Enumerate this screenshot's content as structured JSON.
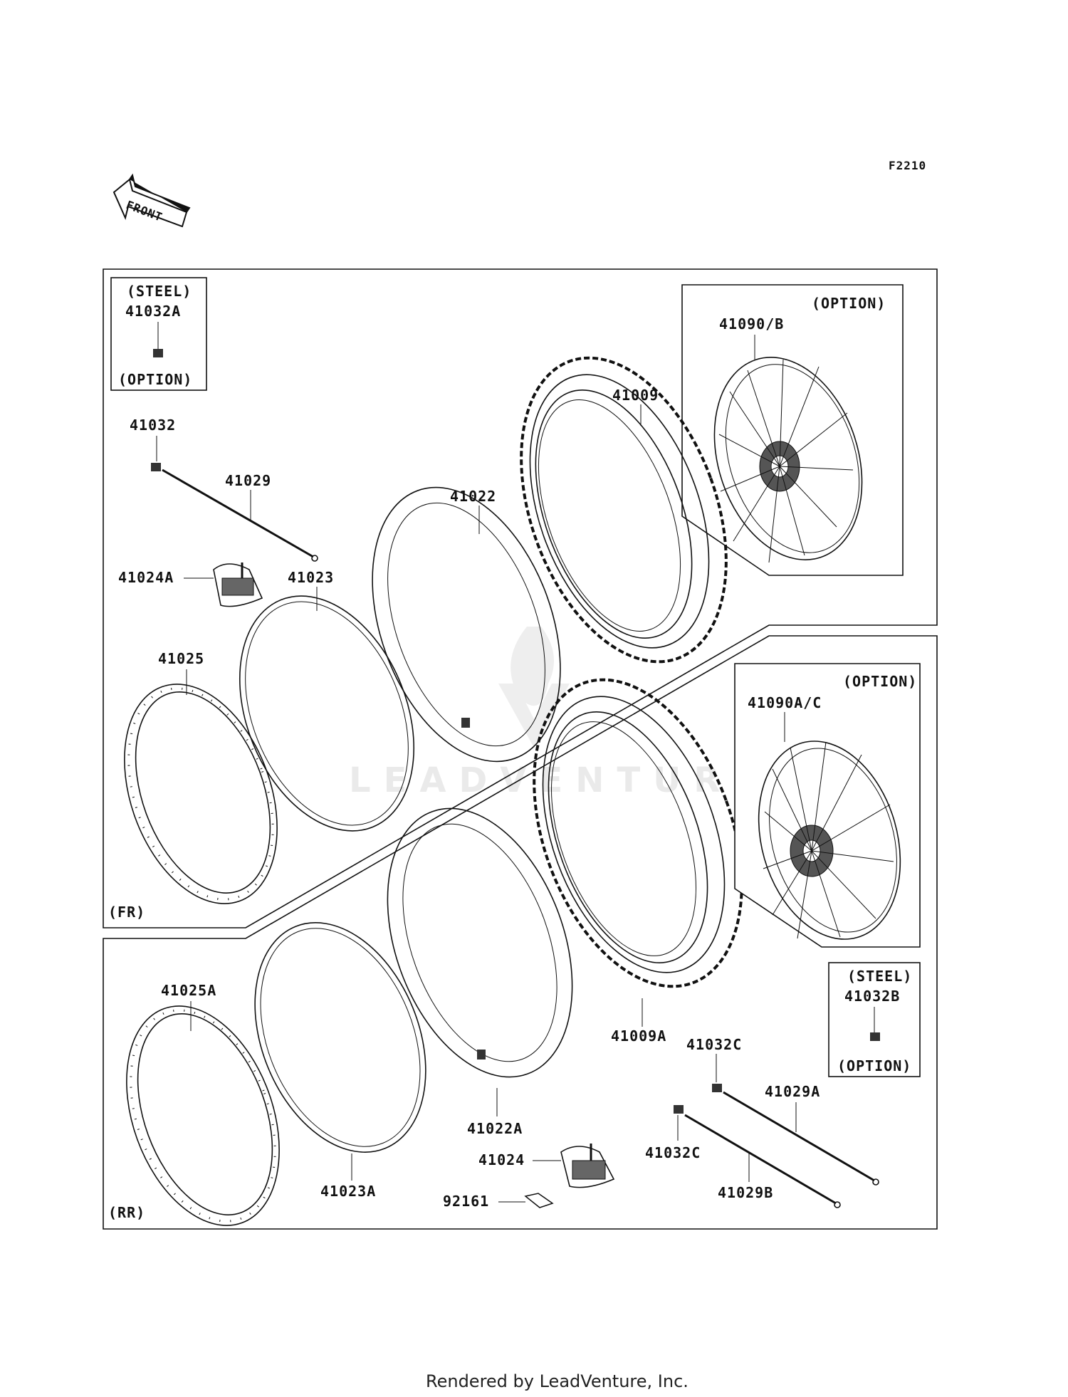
{
  "diagram_code": "F2210",
  "front_arrow": "FRONT",
  "watermark": "LEADVENTURE",
  "footer": "Rendered by LeadVenture, Inc.",
  "front_section": {
    "tag": "(FR)",
    "steel_box": {
      "top": "(STEEL)",
      "part": "41032A",
      "bottom": "(OPTION)"
    },
    "option_box": {
      "tag": "(OPTION)",
      "part": "41090/B"
    },
    "labels": {
      "l41032": "41032",
      "l41029": "41029",
      "l41024A": "41024A",
      "l41023": "41023",
      "l41022": "41022",
      "l41025": "41025",
      "l41009": "41009"
    }
  },
  "rear_section": {
    "tag": "(RR)",
    "steel_box": {
      "top": "(STEEL)",
      "part": "41032B",
      "bottom": "(OPTION)"
    },
    "option_box": {
      "tag": "(OPTION)",
      "part": "41090A/C"
    },
    "labels": {
      "l41025A": "41025A",
      "l41023A": "41023A",
      "l41022A": "41022A",
      "l41009A": "41009A",
      "l41024": "41024",
      "l92161": "92161",
      "l41032C_top": "41032C",
      "l41032C_bottom": "41032C",
      "l41029A": "41029A",
      "l41029B": "41029B"
    }
  },
  "icons": [
    "front-arrow-icon",
    "valve-stem-icon",
    "spoke-icon",
    "rim-lock-icon",
    "wheel-icon",
    "tire-icon",
    "tube-icon",
    "rim-band-icon",
    "rim-icon",
    "nipple-icon"
  ]
}
